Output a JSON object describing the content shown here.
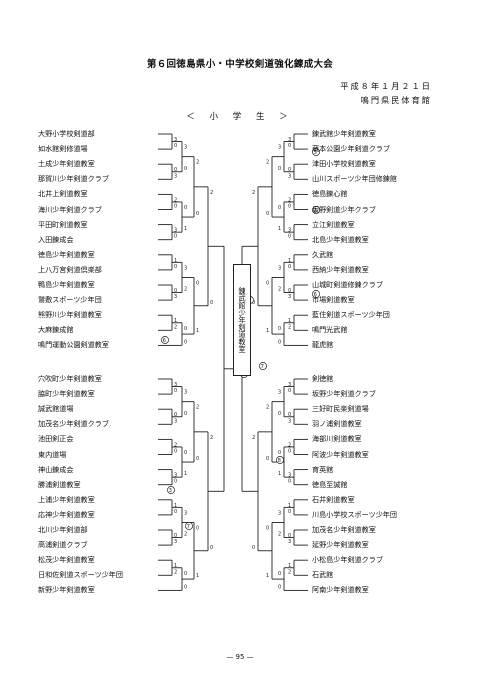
{
  "header": {
    "title": "第６回徳島県小・中学校剣道強化錬成大会",
    "date": "平成８年１月２１日",
    "venue": "鳴門県民体育館",
    "section": "＜ 小 学 生 ＞"
  },
  "champion": "錬武館少年剣道教室",
  "page_number": "— 95 —",
  "left_teams": [
    "大野小学校剣道部",
    "如水館剣修道場",
    "土成少年剣道教室",
    "那賀川少年剣道クラブ",
    "北井上剣道教室",
    "海川少年剣道クラブ",
    "平田町剣道教室",
    "入田錬成会",
    "徳島少年剣道教室",
    "上八万宮剣道倶楽部",
    "鴨島少年剣道教室",
    "鷲敷スポーツ少年団",
    "熊野川少年剣道教室",
    "大麻錬成館",
    "鳴門運動公園剣道教室",
    "穴吹町少年剣道教室",
    "脇町少年剣道教室",
    "誠武館道場",
    "加茂名少年剣道クラブ",
    "池田剣正会",
    "東内道場",
    "神山錬成会",
    "勝浦剣道教室",
    "上浦少年剣道教室",
    "応神少年剣道教室",
    "北川少年剣道部",
    "高浦剣道クラブ",
    "松茂少年剣道教室",
    "日和佐剣道スポーツ少年団",
    "新野少年剣道教室"
  ],
  "right_teams": [
    "錬武館少年剣道教室",
    "蔵本公園少年剣道クラブ",
    "津田小学校剣道教室",
    "山川スポーツ少年団修錬館",
    "徳島錬心館",
    "坂野剣道少年クラブ",
    "立江剣道教室",
    "北島少年剣道教室",
    "久武館",
    "西納少年剣道教室",
    "山城町剣道修錬クラブ",
    "市場剣道教室",
    "藍住剣道スポーツ少年団",
    "鳴門光武館",
    "龍虎館",
    "剣徳館",
    "坂野少年剣道クラブ",
    "三好町民楽剣道場",
    "羽ノ浦剣道教室",
    "海部川剣道教室",
    "阿波少年剣道教室",
    "育英館",
    "徳島至誠館",
    "石井剣道教室",
    "川島小学校スポーツ少年団",
    "加茂名少年剣道教室",
    "延野少年剣道教室",
    "小松島少年剣道クラブ",
    "石武館",
    "阿南少年剣道教室"
  ],
  "seed_marks": [
    "⑤",
    "②",
    "⑥",
    "⑥",
    "⑧",
    "③",
    "⑦",
    "⑧",
    "④",
    "⑦"
  ],
  "scores": [
    "3",
    "0",
    "0",
    "3",
    "2",
    "0",
    "3",
    "0",
    "1",
    "0",
    "0",
    "3",
    "1",
    "2",
    "3",
    "0",
    "0",
    "1",
    "3",
    "2",
    "0",
    "0",
    "2",
    "0",
    "0",
    "1",
    "2",
    "0"
  ]
}
